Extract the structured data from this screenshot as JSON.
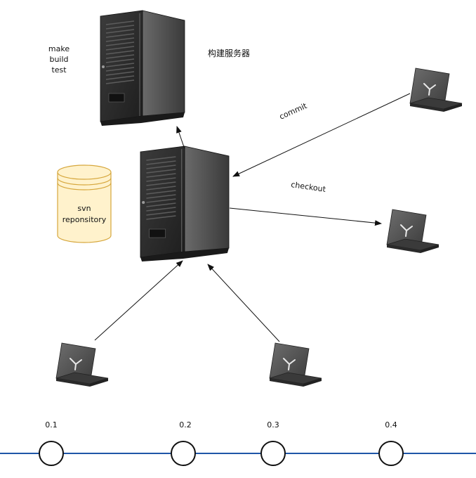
{
  "labels": {
    "build_steps": [
      "make",
      "build",
      "test"
    ],
    "build_server": "构建服务器",
    "commit": "commit",
    "checkout": "checkout",
    "repo": [
      "svn",
      "reponsitory"
    ]
  },
  "versions": [
    "0.1",
    "0.2",
    "0.3",
    "0.4"
  ],
  "icons": {
    "server": "tower-server-icon",
    "laptop": "laptop-icon",
    "repository": "database-cylinder-icon"
  },
  "colors": {
    "timeline": "#1f56a8",
    "repo_fill": "#fff2cc",
    "repo_stroke": "#d6a73d",
    "server_body": "#2c2c2c",
    "laptop_body": "#4a4a4a"
  }
}
